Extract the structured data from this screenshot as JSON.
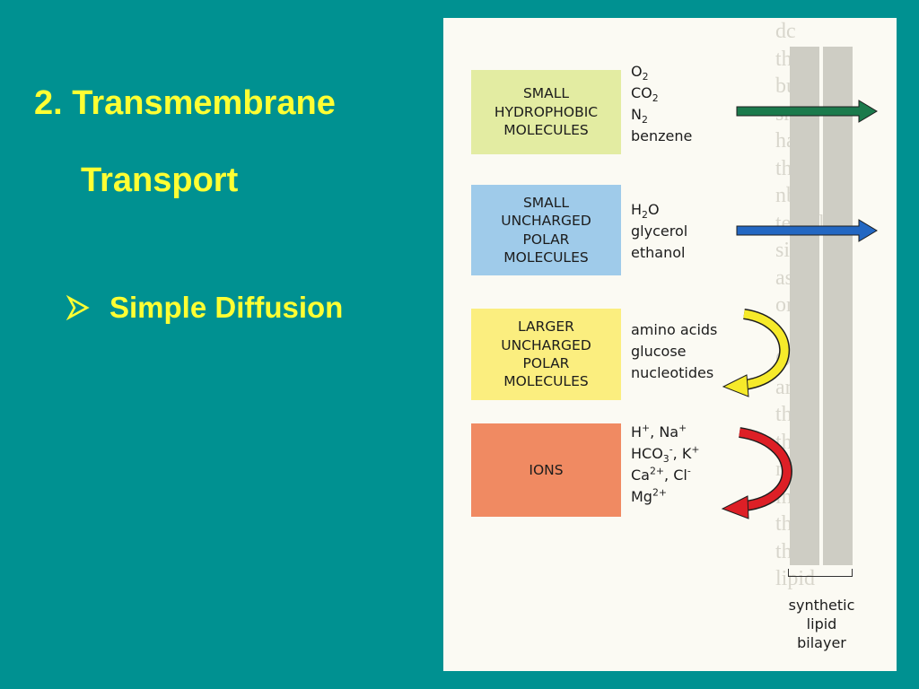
{
  "title_line1": "2. Transmembrane",
  "title_line2": "Transport",
  "bullet": {
    "icon": "arrowhead-bullet-icon",
    "text": "Simple Diffusion"
  },
  "figure": {
    "categories": [
      {
        "label": "SMALL\nHYDROPHOBIC\nMOLECULES",
        "color": "#e3eca2",
        "examples": [
          "O2",
          "CO2",
          "N2",
          "benzene"
        ],
        "arrow": {
          "color": "#1b7a4c",
          "behavior": "crosses membrane"
        }
      },
      {
        "label": "SMALL\nUNCHARGED\nPOLAR\nMOLECULES",
        "color": "#9fcbea",
        "examples": [
          "H2O",
          "glycerol",
          "ethanol"
        ],
        "arrow": {
          "color": "#2367c2",
          "behavior": "crosses membrane"
        }
      },
      {
        "label": "LARGER\nUNCHARGED\nPOLAR\nMOLECULES",
        "color": "#fbee7f",
        "examples": [
          "amino acids",
          "glucose",
          "nucleotides"
        ],
        "arrow": {
          "color": "#f6ea2a",
          "behavior": "deflected by membrane"
        }
      },
      {
        "label": "IONS",
        "color": "#f08a62",
        "examples": [
          "H+, Na+",
          "HCO3-, K+",
          "Ca2+, Cl-",
          "Mg2+"
        ],
        "arrow": {
          "color": "#dd1f26",
          "behavior": "deflected by membrane"
        }
      }
    ],
    "bilayer_label": "synthetic\nlipid\nbilayer"
  }
}
